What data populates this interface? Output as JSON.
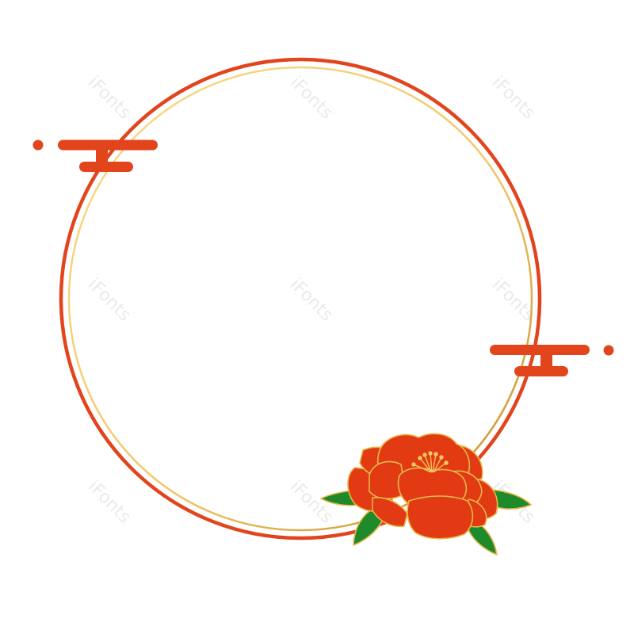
{
  "artwork": {
    "type": "decorative-frame",
    "motifs": [
      "double-ring-frame",
      "auspicious-cloud",
      "camellia-flower",
      "leaf"
    ],
    "colors": {
      "outer_ring": "#e2441c",
      "inner_ring_top": "#f6d27a",
      "inner_ring_bottom": "#c8962a",
      "cloud": "#e2441c",
      "petal": "#e23a12",
      "petal_outline": "#e8b84a",
      "leaf": "#1f8a2b",
      "leaf_outline": "#e8b84a"
    }
  },
  "watermark": {
    "text": "iFonts",
    "color": "#d9d9d9"
  }
}
